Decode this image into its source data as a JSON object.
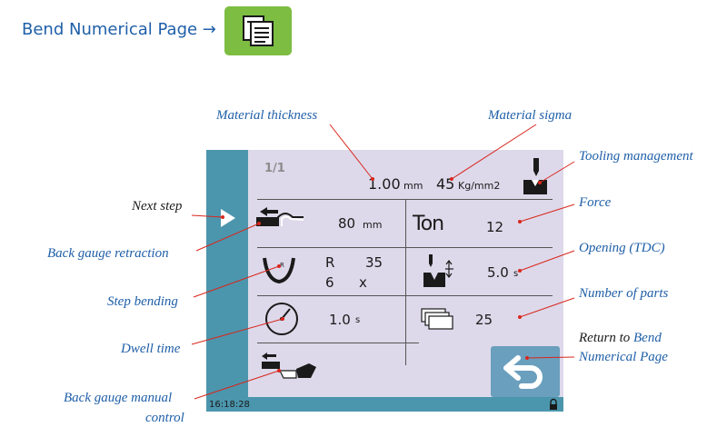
{
  "header": {
    "title": "Bend Numerical Page →"
  },
  "callouts": {
    "material_thickness": "Material thickness",
    "material_sigma": "Material sigma",
    "tooling_management": "Tooling management",
    "next_step": "Next step",
    "force": "Force",
    "back_gauge_retraction": "Back gauge retraction",
    "opening_tdc": "Opening (TDC)",
    "step_bending": "Step bending",
    "number_of_parts": "Number of parts",
    "dwell_time": "Dwell time",
    "return_prefix": "Return to",
    "return_bend": "Bend",
    "return_page": "Numerical Page",
    "back_gauge_manual_line1": "Back gauge manual",
    "back_gauge_manual_line2": "control"
  },
  "screen": {
    "step_counter": "1/1",
    "thickness_value": "1.00",
    "thickness_unit": "mm",
    "sigma_value": "45",
    "sigma_unit": "Kg/mm2",
    "retraction_value": "80",
    "retraction_unit": "mm",
    "force_label": "Ton",
    "force_value": "12",
    "radius_label": "R",
    "radius_value": "35",
    "steps_value": "6",
    "steps_symbol": "x",
    "opening_value": "5.0",
    "opening_unit": "s",
    "dwell_value": "1.0",
    "dwell_unit": "s",
    "parts_value": "25",
    "clock": "16:18:28"
  },
  "colors": {
    "accent_blue": "#1f5fa8",
    "callout_red": "#d9261c",
    "panel_teal": "#4b96ad",
    "screen_bg": "#ddd9ea",
    "header_green": "#7cbd42"
  }
}
